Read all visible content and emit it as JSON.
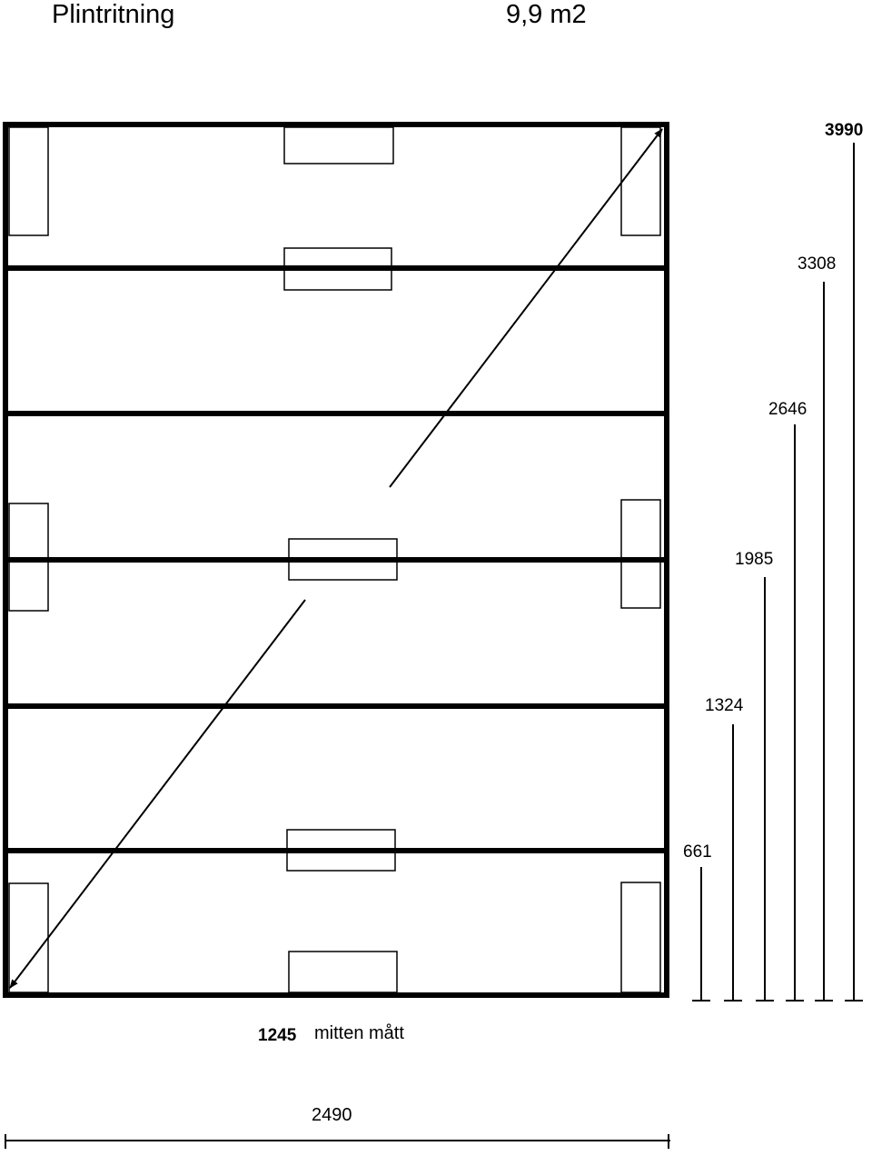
{
  "title": "Plintritning",
  "area": "9,9 m2",
  "dimensions": {
    "heights": [
      "661",
      "1324",
      "1985",
      "2646",
      "3308",
      "3990"
    ],
    "mid_value": "1245",
    "mid_label": "mitten mått",
    "width": "2490"
  }
}
